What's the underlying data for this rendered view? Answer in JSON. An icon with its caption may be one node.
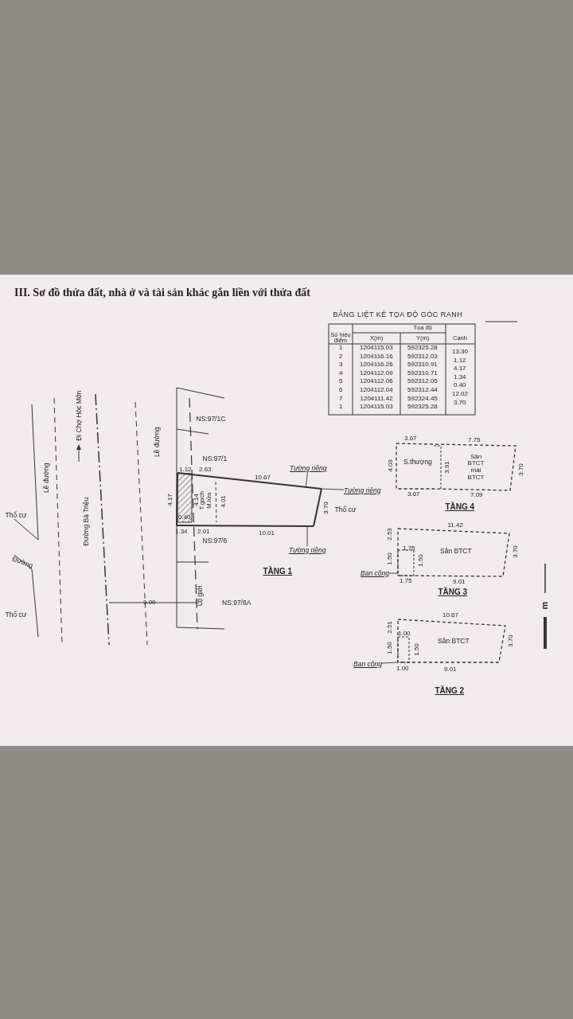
{
  "diagram": {
    "title": "III. Sơ đồ thửa đất, nhà ở và tài sản khác gắn liền với thửa đất",
    "nodes": [
      {
        "text": [
          "Tường riêng"
        ]
      },
      {
        "text": [
          "Tường riêng"
        ]
      },
      {
        "text": [
          "Tường riêng"
        ]
      },
      {
        "text": [
          "Ban công"
        ]
      },
      {
        "text": [
          "Ban công"
        ]
      },
      {
        "text": [],
        "shape": "line"
      },
      {
        "text": [],
        "shape": "line"
      },
      {
        "text": [],
        "shape": "line"
      },
      {
        "text": [],
        "shape": "box"
      },
      {
        "text": [],
        "shape": "box"
      }
    ],
    "edges": [
      {
        "from": 0,
        "to": 5,
        "arrow": "none"
      },
      {
        "from": 1,
        "to": 6,
        "arrow": "none"
      },
      {
        "from": 2,
        "to": 7,
        "arrow": "none"
      },
      {
        "from": 3,
        "to": 8,
        "arrow": "none"
      },
      {
        "from": 4,
        "to": 9,
        "arrow": "none"
      }
    ],
    "labels": [
      "BẢNG LIỆT KÊ TỌA ĐỘ GÓC RANH",
      "Tọa độ",
      "Số hiệu điểm",
      "X(m)",
      "Y(m)",
      "Cạnh",
      "1",
      "1204115.03",
      "592325.28",
      "2",
      "1204116.16",
      "592312.03",
      "3",
      "1204116.26",
      "592310.91",
      "4",
      "1204112.09",
      "592310.71",
      "5",
      "1204112.06",
      "592312.05",
      "6",
      "1204112.04",
      "592312.44",
      "7",
      "1204111.42",
      "592324.45",
      "1",
      "1204115.03",
      "592325.28",
      "13.30",
      "1.12",
      "4.17",
      "1.34",
      "0.40",
      "12.02",
      "3.70",
      "Lề đường",
      "Thổ cư",
      "Đường",
      "Thổ cư",
      "Đường Bà Triệu",
      "Đi Chợ Hóc Môn",
      "Lề đường",
      "9.00",
      "NS:97/1C",
      "NS:97/1",
      "1.12",
      "2.63",
      "4.17",
      "4.14",
      "T.gạch M.lửa",
      "4.01",
      "0.40",
      "1.34",
      "2.01",
      "10.67",
      "10.01",
      "3.70",
      "Thổ cư",
      "NS:97/6",
      "Lộ giới",
      "NS:97/6A",
      "TẦNG 1",
      "3.67",
      "7.75",
      "4.03",
      "S.thượng",
      "3.91",
      "Sân BTCT mái BTCT",
      "3.70",
      "3.67",
      "7.09",
      "TẦNG 4",
      "11.42",
      "2.53",
      "1.75",
      "1.50",
      "1.50",
      "Sân BTCT",
      "3.70",
      "1.75",
      "9.01",
      "TẦNG 3",
      "10.67",
      "2.51",
      "1.00",
      "1.50",
      "1.50",
      "Sân BTCT",
      "3.70",
      "1.00",
      "9.01",
      "TẦNG 2",
      "m"
    ]
  }
}
